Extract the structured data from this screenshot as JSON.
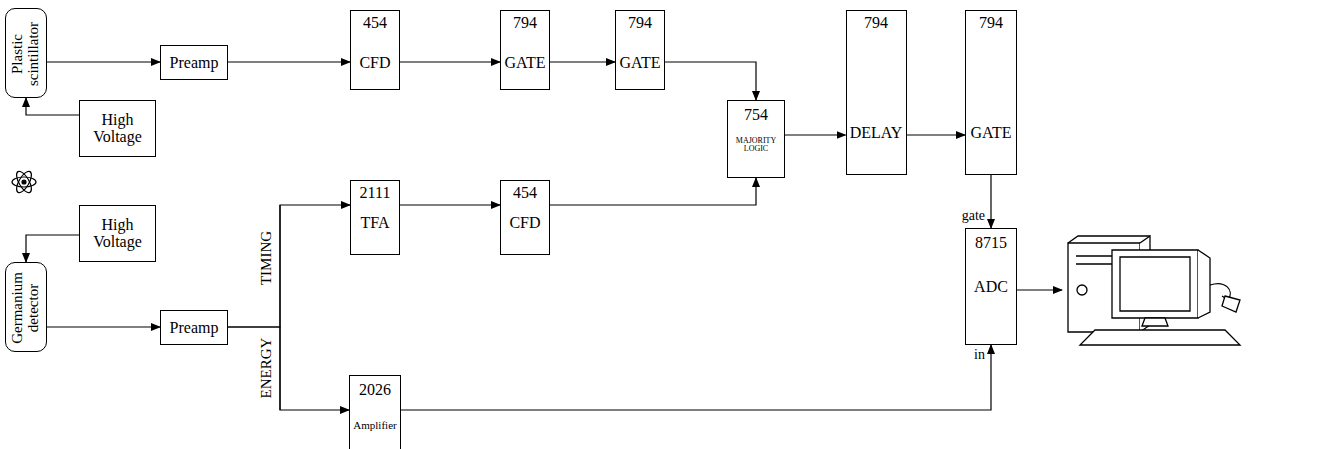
{
  "diagram": {
    "nodes": [
      {
        "text": [
          "Plastic scintillator"
        ]
      },
      {
        "text": [
          "Preamp"
        ]
      },
      {
        "text": [
          "High Voltage"
        ]
      },
      {
        "text": [
          "454",
          "CFD"
        ]
      },
      {
        "text": [
          "794",
          "GATE"
        ]
      },
      {
        "text": [
          "794",
          "GATE"
        ]
      },
      {
        "text": [
          "754",
          "MAJORITY LOGIC"
        ]
      },
      {
        "text": [
          "794",
          "DELAY"
        ]
      },
      {
        "text": [
          "794",
          "GATE"
        ]
      },
      {
        "text": [
          "High Voltage"
        ]
      },
      {
        "text": [
          "Germanium detector"
        ]
      },
      {
        "text": [
          "Preamp"
        ]
      },
      {
        "text": [
          "2111",
          "TFA"
        ]
      },
      {
        "text": [
          "454",
          "CFD"
        ]
      },
      {
        "text": [
          "2026",
          "Amplifier"
        ]
      },
      {
        "text": [
          "8715",
          "ADC"
        ]
      }
    ],
    "edges": [
      {
        "from": 2,
        "to": 0,
        "arrow": "to"
      },
      {
        "from": 0,
        "to": 1,
        "arrow": "to"
      },
      {
        "from": 1,
        "to": 3,
        "arrow": "to"
      },
      {
        "from": 3,
        "to": 4,
        "arrow": "to"
      },
      {
        "from": 4,
        "to": 5,
        "arrow": "to"
      },
      {
        "from": 5,
        "to": 6,
        "arrow": "to"
      },
      {
        "from": 6,
        "to": 7,
        "arrow": "to"
      },
      {
        "from": 7,
        "to": 8,
        "arrow": "to"
      },
      {
        "from": 8,
        "to": 15,
        "arrow": "to"
      },
      {
        "from": 9,
        "to": 10,
        "arrow": "to"
      },
      {
        "from": 10,
        "to": 11,
        "arrow": "to"
      },
      {
        "from": 11,
        "to": 12,
        "arrow": "to"
      },
      {
        "from": 11,
        "to": 14,
        "arrow": "to"
      },
      {
        "from": 12,
        "to": 13,
        "arrow": "to"
      },
      {
        "from": 13,
        "to": 6,
        "arrow": "to"
      },
      {
        "from": 14,
        "to": 15,
        "arrow": "to"
      }
    ],
    "labels": [
      "TIMING",
      "ENERGY",
      "gate",
      "in"
    ]
  }
}
